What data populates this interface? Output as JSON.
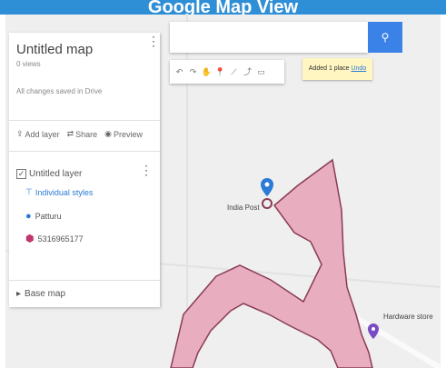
{
  "header": {
    "title": "Google Map View"
  },
  "panel": {
    "map_title": "Untitled map",
    "views": "0 views",
    "saved_status": "All changes saved in Drive",
    "actions": [
      {
        "icon": "add-layer-icon",
        "label": "Add layer"
      },
      {
        "icon": "share-icon",
        "label": "Share"
      },
      {
        "icon": "preview-icon",
        "label": "Preview"
      }
    ],
    "layer": {
      "name": "Untitled layer",
      "styles_link": "Individual styles",
      "features": [
        {
          "icon": "location-pin-icon",
          "label": "Patturu"
        },
        {
          "icon": "polygon-icon",
          "label": "5316965177"
        }
      ]
    },
    "base_map": "Base map"
  },
  "search": {
    "button_icon": "search-icon"
  },
  "toolbar": {
    "buttons": [
      {
        "icon": "undo-icon",
        "glyph": "↶"
      },
      {
        "icon": "redo-icon",
        "glyph": "↷"
      },
      {
        "icon": "hand-icon",
        "glyph": "✋"
      },
      {
        "icon": "marker-icon",
        "glyph": "📍"
      },
      {
        "icon": "draw-line-icon",
        "glyph": "⟋"
      },
      {
        "icon": "directions-icon",
        "glyph": "⤴"
      },
      {
        "icon": "ruler-icon",
        "glyph": "▭"
      }
    ]
  },
  "tooltip": {
    "text": "Added 1 place",
    "link": "Undo"
  },
  "map_labels": {
    "india_post": "India Post",
    "hardware_store": "Hardware store"
  },
  "colors": {
    "header_bg": "#2f8fd6",
    "search_button": "#3b82e8",
    "polygon_fill": "#e8aebf",
    "polygon_stroke": "#8a3b55",
    "pin_blue": "#2a7ad6",
    "tooltip_bg": "#fff6c2"
  }
}
